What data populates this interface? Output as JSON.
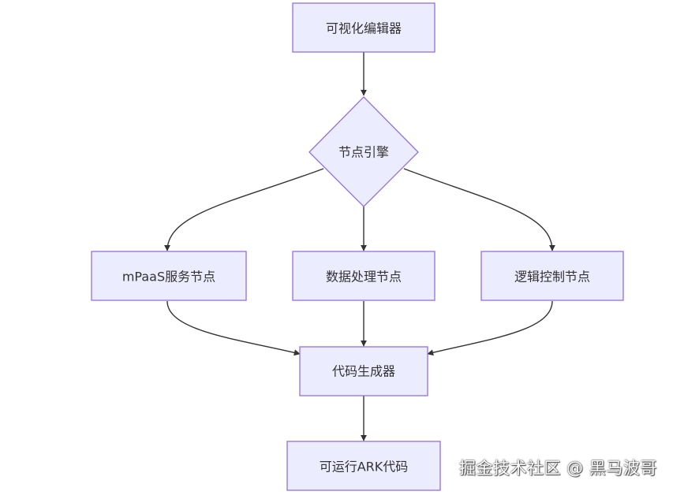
{
  "nodes": {
    "editor": "可视化编辑器",
    "engine": "节点引擎",
    "mpaas": "mPaaS服务节点",
    "data": "数据处理节点",
    "logic": "逻辑控制节点",
    "codegen": "代码生成器",
    "ark": "可运行ARK代码"
  },
  "watermark": "掘金技术社区 @ 黑马波哥",
  "colors": {
    "node_fill": "#ECECFF",
    "node_stroke": "#9370DB",
    "edge": "#333333",
    "text": "#333333"
  }
}
